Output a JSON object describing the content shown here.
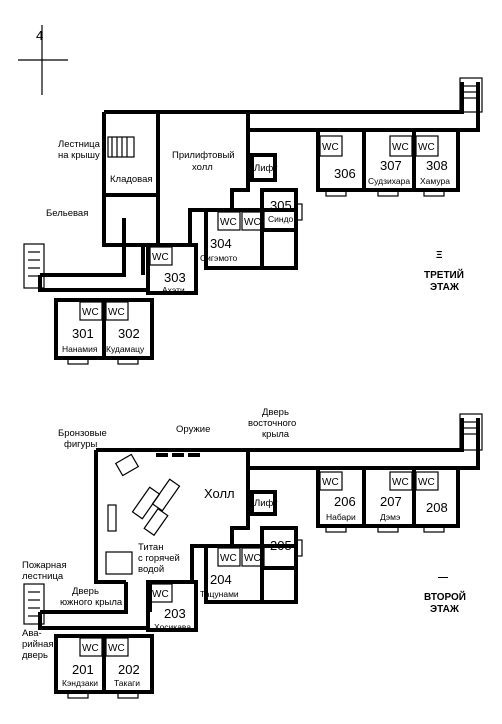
{
  "north_marker": "4",
  "third_floor": {
    "roman": "Ξ",
    "label_line1": "ТРЕТИЙ",
    "label_line2": "ЭТАЖ",
    "roof_stairs_line1": "Лестница",
    "roof_stairs_line2": "на крышу",
    "storage": "Кладовая",
    "linen": "Бельевая",
    "lift_hall_line1": "Прилифтовый",
    "lift_hall_line2": "холл",
    "lift": "Лифт",
    "wc": "WC",
    "rooms": [
      {
        "num": "301",
        "name": "Нанамия"
      },
      {
        "num": "302",
        "name": "Кудамацу"
      },
      {
        "num": "303",
        "name": "Ахэти"
      },
      {
        "num": "304",
        "name": "Сигэмото"
      },
      {
        "num": "305",
        "name": "Синдо"
      },
      {
        "num": "306",
        "name": ""
      },
      {
        "num": "307",
        "name": "Судзихара"
      },
      {
        "num": "308",
        "name": "Хамура"
      }
    ]
  },
  "second_floor": {
    "roman": "—",
    "label_line1": "ВТОРОЙ",
    "label_line2": "ЭТАЖ",
    "bronze_line1": "Бронзовые",
    "bronze_line2": "фигуры",
    "weapons": "Оружие",
    "east_door_line1": "Дверь",
    "east_door_line2": "восточного",
    "east_door_line3": "крыла",
    "hall": "Холл",
    "lift": "Лифт",
    "titan_line1": "Титан",
    "titan_line2": "с горячей",
    "titan_line3": "водой",
    "fire_line1": "Пожарная",
    "fire_line2": "лестница",
    "south_door_line1": "Дверь",
    "south_door_line2": "южного крыла",
    "emergency_line1": "Ава-",
    "emergency_line2": "рийная",
    "emergency_line3": "дверь",
    "wc": "WC",
    "rooms": [
      {
        "num": "201",
        "name": "Кэндзаки"
      },
      {
        "num": "202",
        "name": "Такаги"
      },
      {
        "num": "203",
        "name": "Хосикава"
      },
      {
        "num": "204",
        "name": "Тацунами"
      },
      {
        "num": "205",
        "name": ""
      },
      {
        "num": "206",
        "name": "Набари"
      },
      {
        "num": "207",
        "name": "Дэмэ"
      },
      {
        "num": "208",
        "name": ""
      }
    ]
  }
}
